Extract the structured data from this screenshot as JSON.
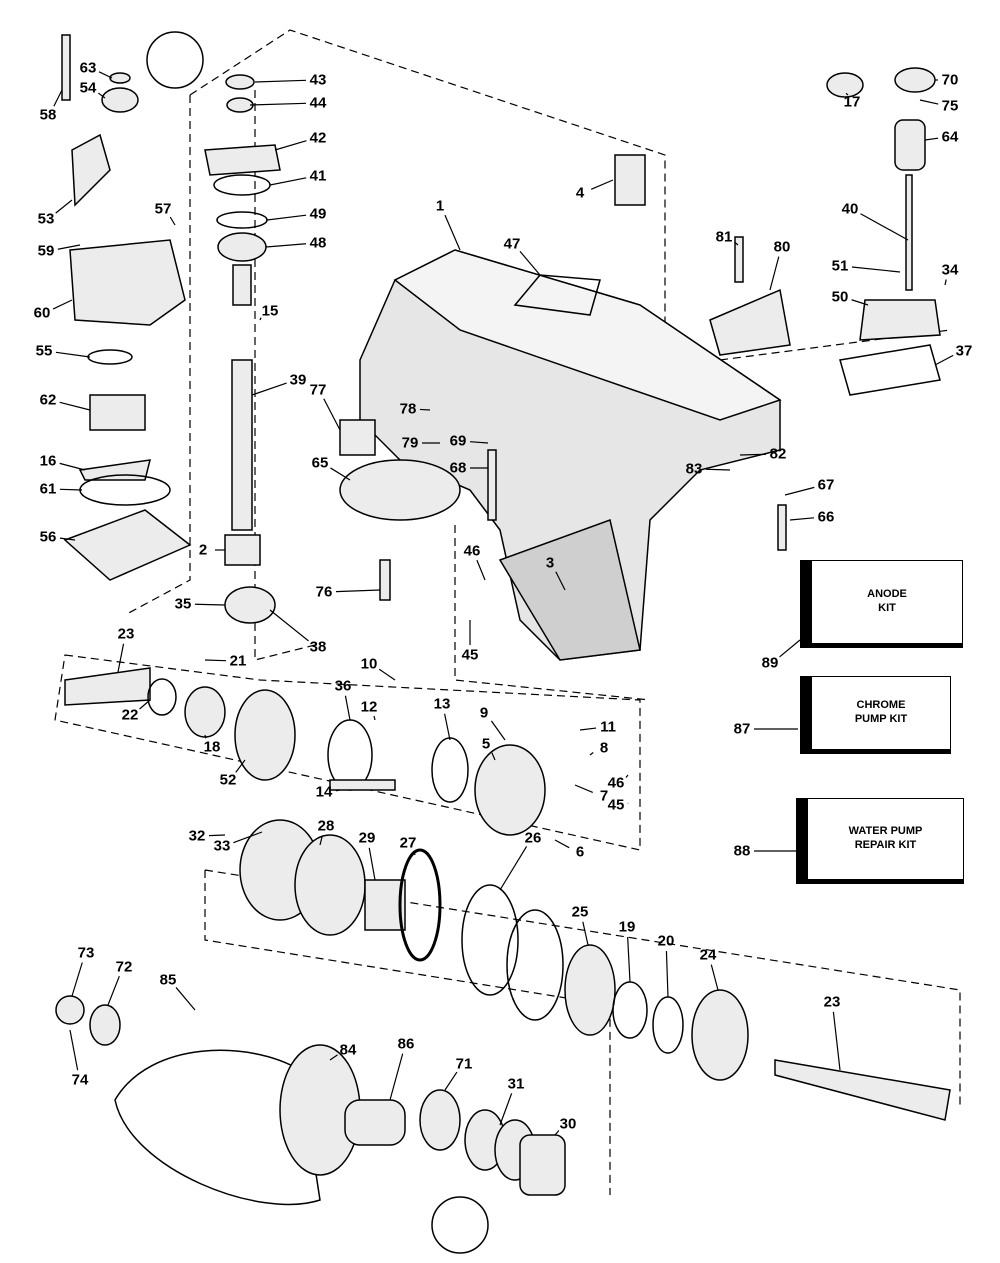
{
  "callouts": [
    "58",
    "63",
    "54",
    "43",
    "44",
    "42",
    "41",
    "49",
    "48",
    "15",
    "39",
    "53",
    "59",
    "57",
    "60",
    "55",
    "62",
    "16",
    "61",
    "56",
    "2",
    "35",
    "38",
    "23",
    "21",
    "22",
    "18",
    "52",
    "10",
    "36",
    "12",
    "13",
    "14",
    "9",
    "5",
    "11",
    "8",
    "7",
    "6",
    "32",
    "33",
    "28",
    "29",
    "27",
    "26",
    "25",
    "19",
    "20",
    "24",
    "23",
    "73",
    "72",
    "85",
    "84",
    "74",
    "86",
    "71",
    "31",
    "30",
    "4",
    "47",
    "1",
    "77",
    "78",
    "79",
    "69",
    "68",
    "65",
    "76",
    "46",
    "45",
    "3",
    "46",
    "45",
    "81",
    "80",
    "82",
    "83",
    "67",
    "66",
    "17",
    "70",
    "75",
    "64",
    "40",
    "51",
    "34",
    "50",
    "37",
    "89",
    "87",
    "88"
  ],
  "kits": [
    {
      "line1": "ANODE",
      "line2": "KIT"
    },
    {
      "line1": "CHROME",
      "line2": "PUMP KIT"
    },
    {
      "line1": "WATER PUMP",
      "line2": "REPAIR KIT"
    }
  ],
  "colors": {
    "ink": "#000000",
    "background": "#ffffff",
    "part_fill": "#dddddd"
  }
}
